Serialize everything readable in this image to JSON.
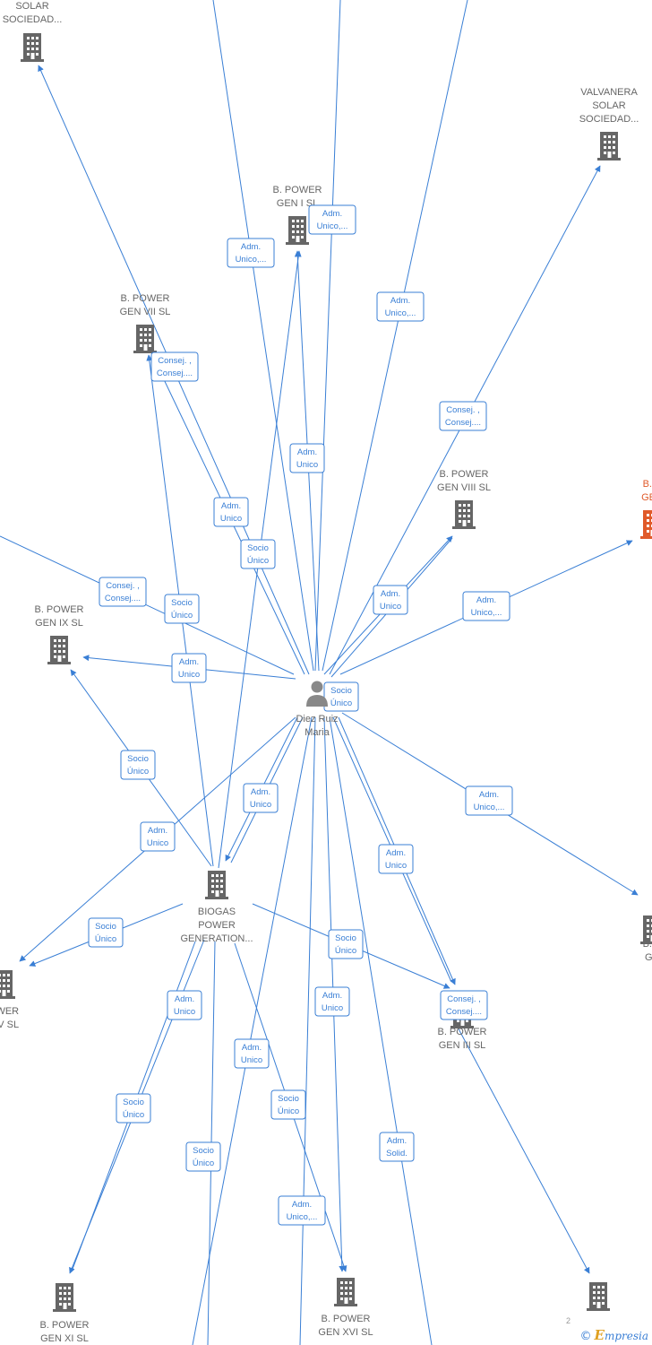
{
  "center_person": {
    "name_line1": "Diez Ruiz",
    "name_line2": "Maria"
  },
  "nodes": [
    {
      "id": "solar_top",
      "lines": [
        "SOLAR",
        "SOCIEDAD..."
      ],
      "icon": "building-icon"
    },
    {
      "id": "valvanera",
      "lines": [
        "VALVANERA",
        "SOLAR",
        "SOCIEDAD..."
      ],
      "icon": "building-icon"
    },
    {
      "id": "gen1",
      "lines": [
        "B. POWER",
        "GEN I  SL"
      ],
      "icon": "building-icon"
    },
    {
      "id": "gen7",
      "lines": [
        "B. POWER",
        "GEN VII  SL"
      ],
      "icon": "building-icon"
    },
    {
      "id": "gen8",
      "lines": [
        "B. POWER",
        "GEN VIII  SL"
      ],
      "icon": "building-icon"
    },
    {
      "id": "right_red",
      "lines": [
        "B. P",
        "GEN"
      ],
      "icon": "building-icon",
      "color": "#e05a2a"
    },
    {
      "id": "gen9",
      "lines": [
        "B. POWER",
        "GEN IX  SL"
      ],
      "icon": "building-icon"
    },
    {
      "id": "biogas",
      "lines": [
        "BIOGAS",
        "POWER",
        "GENERATION..."
      ],
      "icon": "building-icon"
    },
    {
      "id": "gen14",
      "lines": [
        "OWER",
        "XIV  SL"
      ],
      "icon": "building-icon"
    },
    {
      "id": "right_mid",
      "lines": [
        "B. P",
        "GE"
      ],
      "icon": "building-icon"
    },
    {
      "id": "gen3",
      "lines": [
        "B. POWER",
        "GEN III  SL"
      ],
      "icon": "building-icon"
    },
    {
      "id": "gen11",
      "lines": [
        "B.  POWER",
        "GEN XI  SL"
      ],
      "icon": "building-icon"
    },
    {
      "id": "gen16",
      "lines": [
        "B.  POWER",
        "GEN XVI  SL"
      ],
      "icon": "building-icon"
    },
    {
      "id": "bottom_right",
      "lines": [],
      "icon": "building-icon"
    }
  ],
  "edge_labels": [
    {
      "id": "l1",
      "lines": [
        "Adm.",
        "Unico,..."
      ]
    },
    {
      "id": "l2",
      "lines": [
        "Adm.",
        "Unico,..."
      ]
    },
    {
      "id": "l3",
      "lines": [
        "Adm.",
        "Unico,..."
      ]
    },
    {
      "id": "l4",
      "lines": [
        "Consej. ,",
        "Consej...."
      ]
    },
    {
      "id": "l5",
      "lines": [
        "Consej. ,",
        "Consej...."
      ]
    },
    {
      "id": "l6",
      "lines": [
        "Adm.",
        "Unico"
      ]
    },
    {
      "id": "l7",
      "lines": [
        "Adm.",
        "Unico"
      ]
    },
    {
      "id": "l8",
      "lines": [
        "Socio",
        "Único"
      ]
    },
    {
      "id": "l9",
      "lines": [
        "Consej. ,",
        "Consej...."
      ]
    },
    {
      "id": "l10",
      "lines": [
        "Socio",
        "Único"
      ]
    },
    {
      "id": "l11",
      "lines": [
        "Adm.",
        "Unico"
      ]
    },
    {
      "id": "l12",
      "lines": [
        "Adm.",
        "Unico,..."
      ]
    },
    {
      "id": "l13",
      "lines": [
        "Adm.",
        "Unico"
      ]
    },
    {
      "id": "l14",
      "lines": [
        "Socio",
        "Único"
      ]
    },
    {
      "id": "l15",
      "lines": [
        "Socio",
        "Único"
      ]
    },
    {
      "id": "l16",
      "lines": [
        "Adm.",
        "Unico"
      ]
    },
    {
      "id": "l17",
      "lines": [
        "Adm.",
        "Unico"
      ]
    },
    {
      "id": "l18",
      "lines": [
        "Adm.",
        "Unico,..."
      ]
    },
    {
      "id": "l19",
      "lines": [
        "Adm.",
        "Unico"
      ]
    },
    {
      "id": "l20",
      "lines": [
        "Socio",
        "Único"
      ]
    },
    {
      "id": "l21",
      "lines": [
        "Socio",
        "Único"
      ]
    },
    {
      "id": "l22",
      "lines": [
        "Consej. ,",
        "Consej...."
      ]
    },
    {
      "id": "l23",
      "lines": [
        "Adm.",
        "Unico"
      ]
    },
    {
      "id": "l24",
      "lines": [
        "Adm.",
        "Unico"
      ]
    },
    {
      "id": "l25",
      "lines": [
        "Adm.",
        "Unico"
      ]
    },
    {
      "id": "l26",
      "lines": [
        "Socio",
        "Único"
      ]
    },
    {
      "id": "l27",
      "lines": [
        "Socio",
        "Único"
      ]
    },
    {
      "id": "l28",
      "lines": [
        "Socio",
        "Único"
      ]
    },
    {
      "id": "l29",
      "lines": [
        "Adm.",
        "Solid."
      ]
    },
    {
      "id": "l30",
      "lines": [
        "Adm.",
        "Unico,..."
      ]
    }
  ],
  "footer": {
    "copyright": "©",
    "brand_initial": "E",
    "brand_rest": "mpresia",
    "page_fragment": "2"
  },
  "colors": {
    "edge": "#3a7fd5",
    "node": "#666666",
    "highlight": "#e05a2a"
  }
}
